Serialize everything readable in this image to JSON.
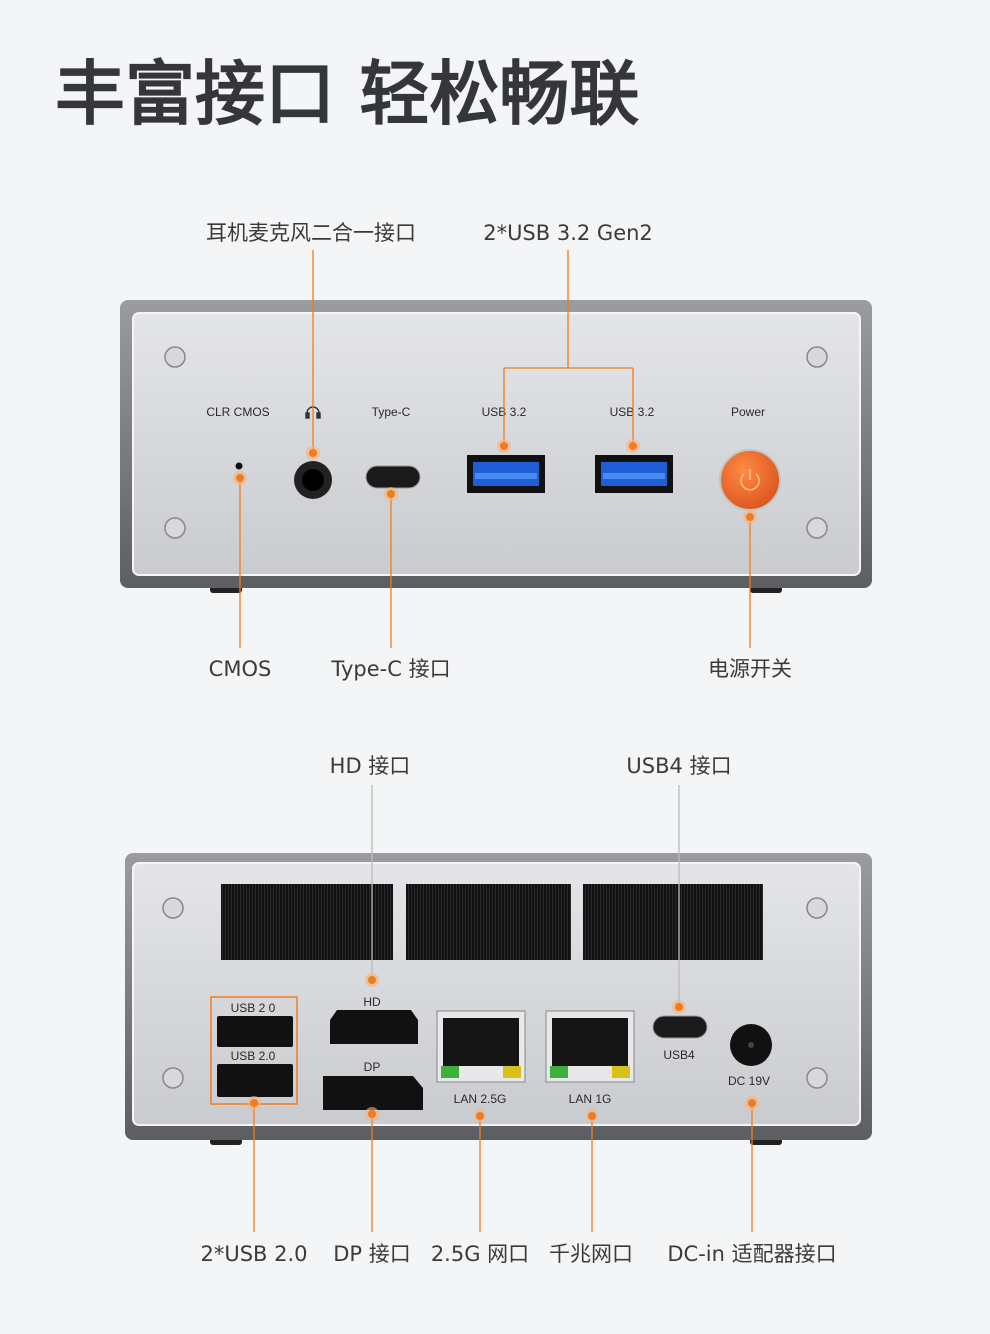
{
  "title": "丰富接口 轻松畅联",
  "front": {
    "callouts_top": [
      "耳机麦克风二合一接口",
      "2*USB 3.2 Gen2"
    ],
    "callouts_bottom": [
      "CMOS",
      "Type-C 接口",
      "电源开关"
    ],
    "port_labels": [
      "CLR CMOS",
      "Type-C",
      "USB 3.2",
      "USB 3.2",
      "Power"
    ]
  },
  "rear": {
    "callouts_top": [
      "HD 接口",
      "USB4 接口"
    ],
    "callouts_bottom": [
      "2*USB 2.0",
      "DP 接口",
      "2.5G 网口",
      "千兆网口",
      "DC-in 适配器接口"
    ],
    "port_labels": [
      "USB 2 0",
      "USB 2.0",
      "HD",
      "DP",
      "LAN 2.5G",
      "LAN 1G",
      "USB4",
      "DC 19V"
    ]
  },
  "colors": {
    "accent": "#f07c1e",
    "usb3_blue": "#1f5fd6",
    "power": "#ef6a2a"
  }
}
